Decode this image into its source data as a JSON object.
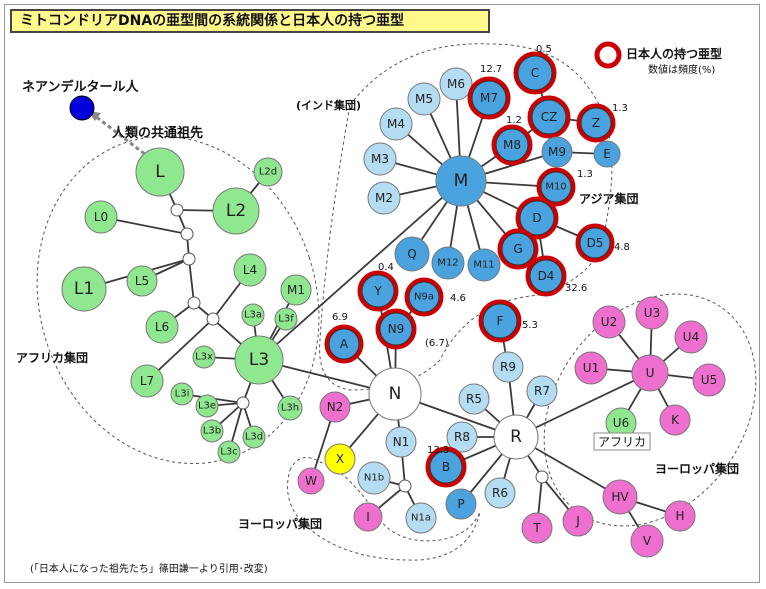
{
  "title": "ミトコンドリアDNAの亜型間の系統関係と日本人の持つ亜型",
  "legend": {
    "label": "日本人の持つ亜型",
    "sub": "数値は頻度(%)"
  },
  "labels": {
    "neanderthal": "ネアンデルタール人",
    "common_ancestor": "人類の共通祖先",
    "africa_group": "アフリカ集団",
    "india_group": "(インド集団)",
    "asia_group": "アジア集団",
    "europe_group_right": "ヨーロッパ集団",
    "europe_group_left": "ヨーロッパ集団",
    "africa_tag": "アフリカ",
    "source": "(「日本人になった祖先たち」篠田謙一より引用･改変)"
  },
  "colors": {
    "african": "#8fe88f",
    "m_group": "#4aa3df",
    "light_blue": "#b4dcf2",
    "european": "#ef6fcf",
    "x_group": "#ffff00",
    "neutral": "#ffffff",
    "neanderthal": "#0000dd",
    "japanese_ring": "#cc0000"
  },
  "nodes": [
    {
      "id": "L",
      "label": "L",
      "color": "african",
      "ring": false
    },
    {
      "id": "L0",
      "label": "L0",
      "color": "african",
      "ring": false
    },
    {
      "id": "L1",
      "label": "L1",
      "color": "african",
      "ring": false
    },
    {
      "id": "L2",
      "label": "L2",
      "color": "african",
      "ring": false
    },
    {
      "id": "L2d",
      "label": "L2d",
      "color": "african",
      "ring": false
    },
    {
      "id": "L4",
      "label": "L4",
      "color": "african",
      "ring": false
    },
    {
      "id": "L5",
      "label": "L5",
      "color": "african",
      "ring": false
    },
    {
      "id": "L6",
      "label": "L6",
      "color": "african",
      "ring": false
    },
    {
      "id": "L7",
      "label": "L7",
      "color": "african",
      "ring": false
    },
    {
      "id": "L3",
      "label": "L3",
      "color": "african",
      "ring": false
    },
    {
      "id": "L3a",
      "label": "L3a",
      "color": "african",
      "ring": false
    },
    {
      "id": "L3f",
      "label": "L3f",
      "color": "african",
      "ring": false
    },
    {
      "id": "L3x",
      "label": "L3x",
      "color": "african",
      "ring": false
    },
    {
      "id": "L3i",
      "label": "L3i",
      "color": "african",
      "ring": false
    },
    {
      "id": "L3e",
      "label": "L3e",
      "color": "african",
      "ring": false
    },
    {
      "id": "L3b",
      "label": "L3b",
      "color": "african",
      "ring": false
    },
    {
      "id": "L3c",
      "label": "L3c",
      "color": "african",
      "ring": false
    },
    {
      "id": "L3d",
      "label": "L3d",
      "color": "african",
      "ring": false
    },
    {
      "id": "L3h",
      "label": "L3h",
      "color": "african",
      "ring": false
    },
    {
      "id": "M1",
      "label": "M1",
      "color": "african",
      "ring": false
    },
    {
      "id": "M",
      "label": "M",
      "color": "m_group",
      "ring": false
    },
    {
      "id": "M2",
      "label": "M2",
      "color": "light_blue",
      "ring": false
    },
    {
      "id": "M3",
      "label": "M3",
      "color": "light_blue",
      "ring": false
    },
    {
      "id": "M4",
      "label": "M4",
      "color": "light_blue",
      "ring": false
    },
    {
      "id": "M5",
      "label": "M5",
      "color": "light_blue",
      "ring": false
    },
    {
      "id": "M6",
      "label": "M6",
      "color": "light_blue",
      "ring": false
    },
    {
      "id": "M7",
      "label": "M7",
      "color": "m_group",
      "ring": true,
      "freq": "12.7"
    },
    {
      "id": "C",
      "label": "C",
      "color": "m_group",
      "ring": true,
      "freq": "0.5"
    },
    {
      "id": "CZ",
      "label": "CZ",
      "color": "m_group",
      "ring": true
    },
    {
      "id": "Z",
      "label": "Z",
      "color": "m_group",
      "ring": true,
      "freq": "1.3"
    },
    {
      "id": "M8",
      "label": "M8",
      "color": "m_group",
      "ring": true,
      "freq": "1.2"
    },
    {
      "id": "M9",
      "label": "M9",
      "color": "m_group",
      "ring": false
    },
    {
      "id": "E",
      "label": "E",
      "color": "m_group",
      "ring": false
    },
    {
      "id": "M10",
      "label": "M10",
      "color": "m_group",
      "ring": true,
      "freq": "1.3"
    },
    {
      "id": "D",
      "label": "D",
      "color": "m_group",
      "ring": true
    },
    {
      "id": "D5",
      "label": "D5",
      "color": "m_group",
      "ring": true,
      "freq": "4.8"
    },
    {
      "id": "G",
      "label": "G",
      "color": "m_group",
      "ring": true
    },
    {
      "id": "D4",
      "label": "D4",
      "color": "m_group",
      "ring": true,
      "freq": "32.6"
    },
    {
      "id": "Q",
      "label": "Q",
      "color": "m_group",
      "ring": false
    },
    {
      "id": "M12",
      "label": "M12",
      "color": "m_group",
      "ring": false
    },
    {
      "id": "M11",
      "label": "M11",
      "color": "m_group",
      "ring": false
    },
    {
      "id": "Y",
      "label": "Y",
      "color": "m_group",
      "ring": true,
      "freq": "0.4"
    },
    {
      "id": "N9a",
      "label": "N9a",
      "color": "m_group",
      "ring": true,
      "freq": "4.6"
    },
    {
      "id": "N9",
      "label": "N9",
      "color": "m_group",
      "ring": true,
      "freq": "(6.7)"
    },
    {
      "id": "A",
      "label": "A",
      "color": "m_group",
      "ring": true,
      "freq": "6.9"
    },
    {
      "id": "F",
      "label": "F",
      "color": "m_group",
      "ring": true,
      "freq": "5.3"
    },
    {
      "id": "N",
      "label": "N",
      "color": "neutral",
      "ring": false
    },
    {
      "id": "N2",
      "label": "N2",
      "color": "european",
      "ring": false
    },
    {
      "id": "X",
      "label": "X",
      "color": "x_group",
      "ring": false
    },
    {
      "id": "W",
      "label": "W",
      "color": "european",
      "ring": false
    },
    {
      "id": "N1",
      "label": "N1",
      "color": "light_blue",
      "ring": false
    },
    {
      "id": "N1b",
      "label": "N1b",
      "color": "light_blue",
      "ring": false
    },
    {
      "id": "N1a",
      "label": "N1a",
      "color": "light_blue",
      "ring": false
    },
    {
      "id": "I",
      "label": "I",
      "color": "european",
      "ring": false
    },
    {
      "id": "R9",
      "label": "R9",
      "color": "light_blue",
      "ring": false
    },
    {
      "id": "R5",
      "label": "R5",
      "color": "light_blue",
      "ring": false
    },
    {
      "id": "R7",
      "label": "R7",
      "color": "light_blue",
      "ring": false
    },
    {
      "id": "R8",
      "label": "R8",
      "color": "light_blue",
      "ring": false
    },
    {
      "id": "R",
      "label": "R",
      "color": "neutral",
      "ring": false
    },
    {
      "id": "B",
      "label": "B",
      "color": "m_group",
      "ring": true,
      "freq": "13.3"
    },
    {
      "id": "P",
      "label": "P",
      "color": "m_group",
      "ring": false
    },
    {
      "id": "R6",
      "label": "R6",
      "color": "light_blue",
      "ring": false
    },
    {
      "id": "T",
      "label": "T",
      "color": "european",
      "ring": false
    },
    {
      "id": "J",
      "label": "J",
      "color": "european",
      "ring": false
    },
    {
      "id": "HV",
      "label": "HV",
      "color": "european",
      "ring": false
    },
    {
      "id": "H",
      "label": "H",
      "color": "european",
      "ring": false
    },
    {
      "id": "V",
      "label": "V",
      "color": "european",
      "ring": false
    },
    {
      "id": "U",
      "label": "U",
      "color": "european",
      "ring": false
    },
    {
      "id": "U1",
      "label": "U1",
      "color": "european",
      "ring": false
    },
    {
      "id": "U2",
      "label": "U2",
      "color": "european",
      "ring": false
    },
    {
      "id": "U3",
      "label": "U3",
      "color": "european",
      "ring": false
    },
    {
      "id": "U4",
      "label": "U4",
      "color": "european",
      "ring": false
    },
    {
      "id": "U5",
      "label": "U5",
      "color": "european",
      "ring": false
    },
    {
      "id": "K",
      "label": "K",
      "color": "european",
      "ring": false
    },
    {
      "id": "U6",
      "label": "U6",
      "color": "african",
      "ring": false
    }
  ],
  "edges": [
    [
      "L",
      "j1"
    ],
    [
      "j1",
      "j2"
    ],
    [
      "j1",
      "L2"
    ],
    [
      "L2",
      "L2d"
    ],
    [
      "j2",
      "L0"
    ],
    [
      "j2",
      "j3"
    ],
    [
      "j3",
      "L1"
    ],
    [
      "j3",
      "L5"
    ],
    [
      "j3",
      "j4"
    ],
    [
      "j4",
      "L6"
    ],
    [
      "j4",
      "j5"
    ],
    [
      "j5",
      "L4"
    ],
    [
      "j5",
      "L3"
    ],
    [
      "j5",
      "L7"
    ],
    [
      "L3",
      "M1"
    ],
    [
      "L3",
      "L3a"
    ],
    [
      "L3",
      "L3f"
    ],
    [
      "L3",
      "L3x"
    ],
    [
      "L3",
      "L3h"
    ],
    [
      "L3",
      "j6"
    ],
    [
      "j6",
      "L3i"
    ],
    [
      "j6",
      "L3e"
    ],
    [
      "j6",
      "L3b"
    ],
    [
      "j6",
      "L3c"
    ],
    [
      "j6",
      "L3d"
    ],
    [
      "L3",
      "M"
    ],
    [
      "L3",
      "N"
    ],
    [
      "M",
      "M2"
    ],
    [
      "M",
      "M3"
    ],
    [
      "M",
      "M4"
    ],
    [
      "M",
      "M5"
    ],
    [
      "M",
      "M6"
    ],
    [
      "M",
      "M7"
    ],
    [
      "M",
      "M8"
    ],
    [
      "M",
      "M9"
    ],
    [
      "M",
      "M10"
    ],
    [
      "M",
      "D"
    ],
    [
      "M",
      "G"
    ],
    [
      "M",
      "Q"
    ],
    [
      "M",
      "M12"
    ],
    [
      "M",
      "M11"
    ],
    [
      "M8",
      "CZ"
    ],
    [
      "CZ",
      "C"
    ],
    [
      "CZ",
      "Z"
    ],
    [
      "M9",
      "E"
    ],
    [
      "D",
      "D5"
    ],
    [
      "D",
      "D4"
    ],
    [
      "N",
      "Y"
    ],
    [
      "N",
      "N9"
    ],
    [
      "N9",
      "N9a"
    ],
    [
      "N",
      "A"
    ],
    [
      "N",
      "N2"
    ],
    [
      "N2",
      "W"
    ],
    [
      "N",
      "X"
    ],
    [
      "N",
      "N1"
    ],
    [
      "N1",
      "j7"
    ],
    [
      "j7",
      "N1b"
    ],
    [
      "j7",
      "N1a"
    ],
    [
      "j7",
      "I"
    ],
    [
      "N",
      "R"
    ],
    [
      "R",
      "R9"
    ],
    [
      "R9",
      "F"
    ],
    [
      "R",
      "R5"
    ],
    [
      "R",
      "R7"
    ],
    [
      "R",
      "R8"
    ],
    [
      "R",
      "B"
    ],
    [
      "R",
      "P"
    ],
    [
      "R",
      "R6"
    ],
    [
      "R",
      "j8"
    ],
    [
      "j8",
      "T"
    ],
    [
      "j8",
      "J"
    ],
    [
      "R",
      "HV"
    ],
    [
      "HV",
      "H"
    ],
    [
      "HV",
      "V"
    ],
    [
      "R",
      "U"
    ],
    [
      "U",
      "U1"
    ],
    [
      "U",
      "U2"
    ],
    [
      "U",
      "U3"
    ],
    [
      "U",
      "U4"
    ],
    [
      "U",
      "U5"
    ],
    [
      "U",
      "K"
    ],
    [
      "U",
      "U6"
    ]
  ]
}
